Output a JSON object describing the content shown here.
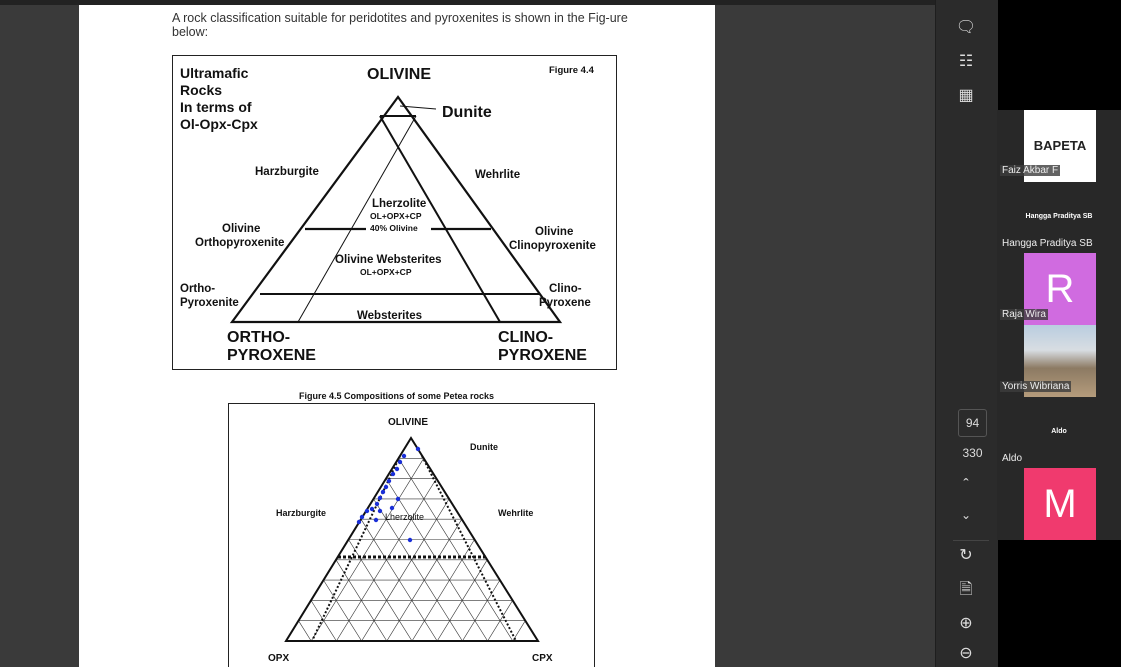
{
  "document": {
    "intro": "A rock classification suitable for peridotites and pyroxenites is shown in the Fig-ure below:"
  },
  "figure44": {
    "title_lines": [
      "Ultramafic",
      "Rocks",
      "In terms of",
      "Ol-Opx-Cpx"
    ],
    "fig_label": "Figure 4.4",
    "apex": "OLIVINE",
    "dunite": "Dunite",
    "harzburgite": "Harzburgite",
    "wehrlite": "Wehrlite",
    "lherzolite": "Lherzolite",
    "lherz_comp": "OL+OPX+CP",
    "lherz_pct": "40% Olivine",
    "ol_opx": [
      "Olivine",
      "Orthopyroxenite"
    ],
    "ol_cpx": [
      "Olivine",
      "Clinopyroxenite"
    ],
    "ol_webs": "Olivine Websterites",
    "ol_webs_comp": "OL+OPX+CP",
    "orthopyx": [
      "Ortho-",
      "Pyroxenite"
    ],
    "clinopyx": [
      "Clino-",
      "Pyroxene"
    ],
    "websterites": "Websterites",
    "ortho_corner": [
      "ORTHO-",
      "PYROXENE"
    ],
    "clino_corner": [
      "CLINO-",
      "PYROXENE"
    ]
  },
  "figure45": {
    "caption": "Figure 4.5    Compositions of some Petea rocks",
    "apex": "OLIVINE",
    "dunite": "Dunite",
    "harzburgite": "Harzburgite",
    "lherzolite": "Lherzolite",
    "wehrlite": "Wehrlite",
    "opx": "OPX",
    "cpx": "CPX"
  },
  "sidebar": {
    "current_page": "94",
    "total_pages": "330"
  },
  "participants": [
    {
      "name": "Faiz Akbar F",
      "logo": "BAPETA"
    },
    {
      "name": "Hangga Praditya SB",
      "label": "Hangga Praditya SB"
    },
    {
      "name": "Raja Wira",
      "initial": "R",
      "color": "#d06be0"
    },
    {
      "name": "Yorris Wibriana"
    },
    {
      "name": "Aldo",
      "label": "Aldo"
    },
    {
      "initial": "M",
      "color": "#f03a6e"
    }
  ]
}
